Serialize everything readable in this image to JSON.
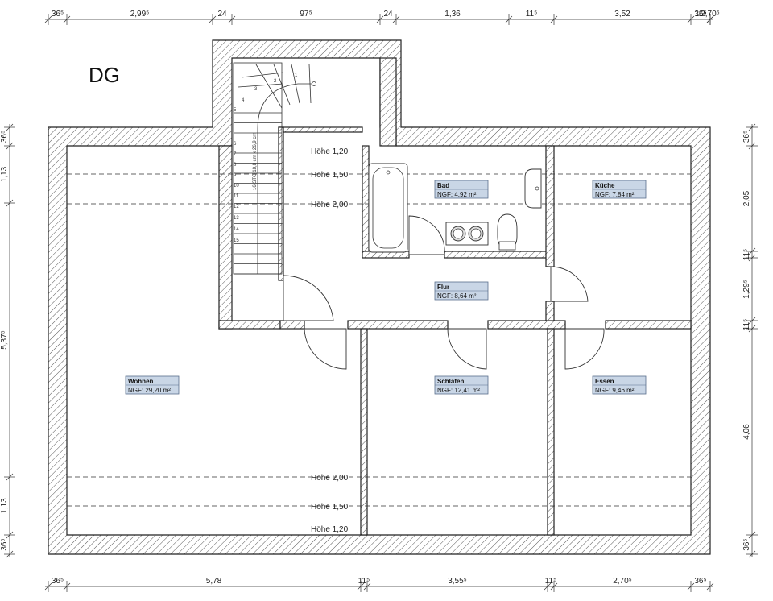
{
  "floor_title": "DG",
  "rooms": [
    {
      "key": "bad",
      "name": "Bad",
      "area": "NGF: 4,92 m²"
    },
    {
      "key": "kueche",
      "name": "Küche",
      "area": "NGF: 7,84 m²"
    },
    {
      "key": "flur",
      "name": "Flur",
      "area": "NGF: 8,64 m²"
    },
    {
      "key": "wohnen",
      "name": "Wohnen",
      "area": "NGF: 29,20 m²"
    },
    {
      "key": "schlafen",
      "name": "Schlafen",
      "area": "NGF: 12,41 m²"
    },
    {
      "key": "essen",
      "name": "Essen",
      "area": "NGF: 9,46 m²"
    }
  ],
  "height_lines": {
    "top_120": "Höhe 1,20",
    "top_150": "Höhe 1,50",
    "top_200": "Höhe 2,00",
    "bot_200": "Höhe 2,00",
    "bot_150": "Höhe 1,50",
    "bot_120": "Höhe 1,20"
  },
  "dims_top": [
    "36⁵",
    "2,99⁵",
    "24",
    "97⁵",
    "24",
    "1,36",
    "11⁵",
    "3,52",
    "11⁵",
    "2,70⁵",
    "36⁵"
  ],
  "dims_bottom": [
    "36⁵",
    "5,78",
    "11⁵",
    "3,55⁵",
    "11⁵",
    "2,70⁵",
    "36⁵"
  ],
  "dims_left": [
    "36⁵",
    "1,13",
    "5,37⁵",
    "1,13",
    "36⁵"
  ],
  "dims_right": [
    "36⁵",
    "2,05",
    "11⁵",
    "1,29⁵",
    "11⁵",
    "4,06",
    "36⁵"
  ],
  "stair_label": "16 STG 18,8 cm x 26,9 cm",
  "stair_steps": [
    "1",
    "2",
    "3",
    "4",
    "5",
    "6",
    "7",
    "8",
    "9",
    "10",
    "11",
    "12",
    "13",
    "14",
    "15"
  ]
}
